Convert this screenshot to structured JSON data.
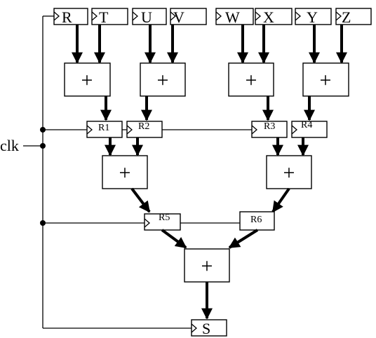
{
  "inputs": [
    "R",
    "T",
    "U",
    "V",
    "W",
    "X",
    "Y",
    "Z"
  ],
  "adder_symbol": "+",
  "registers": [
    "R1",
    "R2",
    "R3",
    "R4",
    "R5",
    "R6"
  ],
  "clock_label": "clk",
  "output": "S"
}
